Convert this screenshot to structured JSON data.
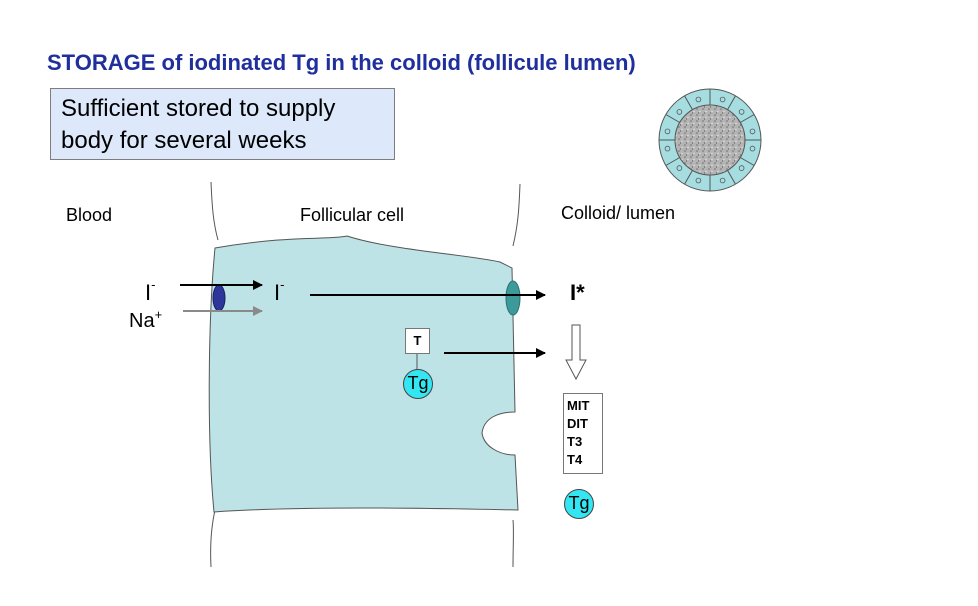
{
  "title": "STORAGE of iodinated Tg in the colloid (follicule lumen)",
  "note": {
    "line1": "Sufficient stored to supply",
    "line2": "body for several weeks"
  },
  "columns": {
    "blood": "Blood",
    "cell": "Follicular cell",
    "lumen": "Colloid/ lumen"
  },
  "ions": {
    "iodide_blood": "I",
    "iodide_blood_charge": "-",
    "sodium": "Na",
    "sodium_charge": "+",
    "iodide_cell": "I",
    "iodide_cell_charge": "-",
    "iodine_activated": "I*"
  },
  "t_label": "T",
  "tg_label": "Tg",
  "products": [
    "MIT",
    "DIT",
    "T3",
    "T4"
  ],
  "colors": {
    "title": "#1f2f9c",
    "note_bg": "#dde9fa",
    "cell_fill": "#bde3e6",
    "tg_fill": "#33e6f2",
    "pump_blue": "#2e3799",
    "pendrin_teal": "#3d9a9a"
  }
}
